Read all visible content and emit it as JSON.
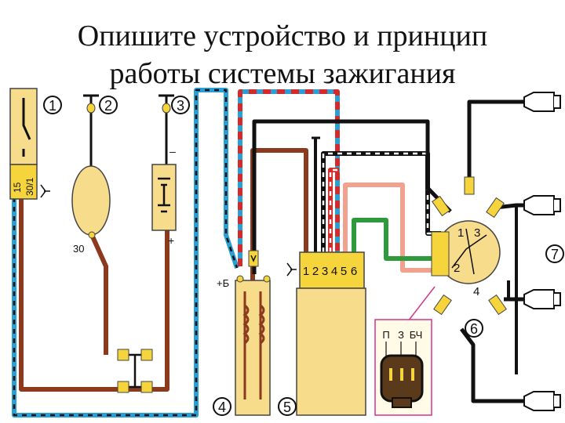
{
  "title": {
    "line1": "Опишите устройство и принцип",
    "line2": "работы системы зажигания"
  },
  "components": {
    "n1": "1",
    "n2": "2",
    "n3": "3",
    "n4": "4",
    "n5": "5",
    "n6": "6",
    "n7": "7"
  },
  "labels": {
    "switch_t15": "15",
    "switch_t30_1": "30/1",
    "gen_t30": "30",
    "bat_minus": "–",
    "bat_plus": "+",
    "coil_plus_b": "+Б",
    "connector_pins": [
      "1",
      "2",
      "3",
      "4",
      "5",
      "6"
    ],
    "dist_pin1": "1",
    "dist_pin2": "2",
    "dist_pin3": "3",
    "dist_pin4": "4",
    "sensor_p": "П",
    "sensor_z": "З",
    "sensor_bch": "БЧ"
  },
  "colors": {
    "brown": "#8b3a1e",
    "black": "#111111",
    "blue": "#2a9fd6",
    "red": "#d42a2a",
    "green": "#2e9a3c",
    "pink": "#f2a18f",
    "yellow": "#f5d43c",
    "magenta": "#d6338a"
  }
}
